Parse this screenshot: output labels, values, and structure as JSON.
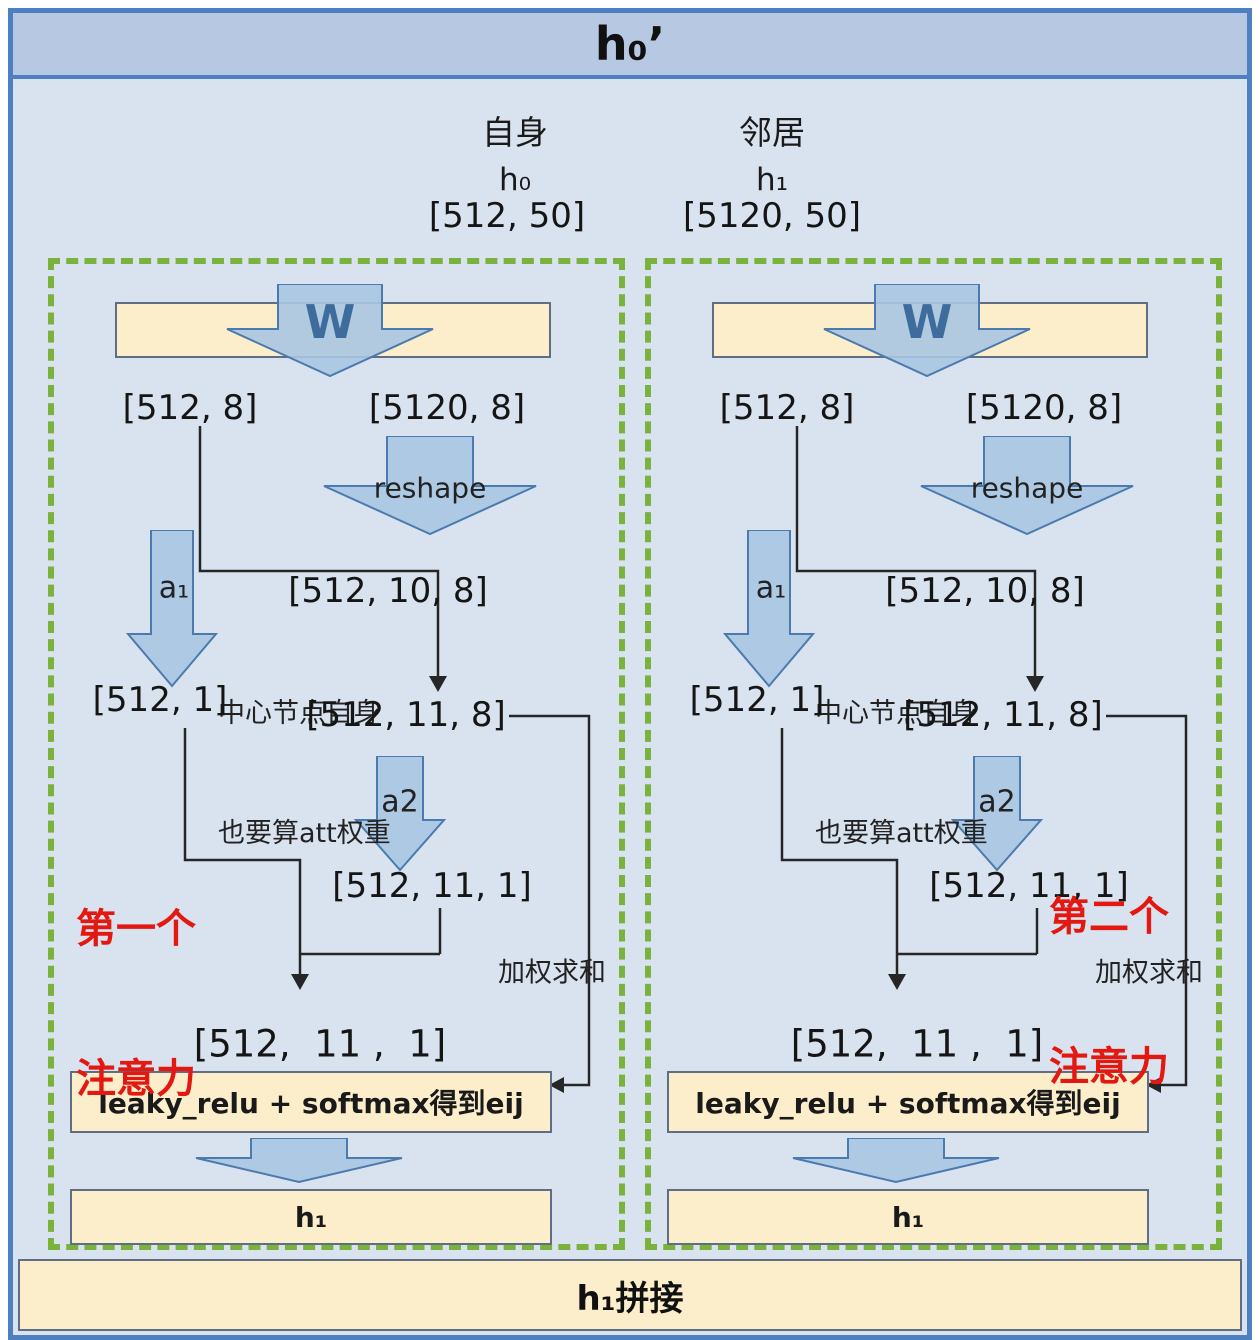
{
  "title": "h₀’",
  "columns": {
    "self": {
      "label": "自身",
      "var": "h₀",
      "shape": "[512, 50]"
    },
    "neighbor": {
      "label": "邻居",
      "var": "h₁",
      "shape": "[5120, 50]"
    }
  },
  "panels": [
    {
      "w_label": "W",
      "shape_self": "[512, 8]",
      "shape_neighbor": "[5120, 8]",
      "reshape_label": "reshape",
      "a1_label": "a₁",
      "shape_reshaped": "[512, 10, 8]",
      "note_line1": "中心节点自身",
      "note_line2": "也要算att权重",
      "shape_a1_out": "[512, 1]",
      "shape_concat": "[512, 11, 8]",
      "a2_label": "a2",
      "attention_line1": "第一个",
      "attention_line2": "注意力",
      "shape_a2_out": "[512, 11, 1]",
      "weighted_sum_label": "加权求和",
      "shape_merged": "[512,  11 ,  1]",
      "activation_label": "leaky_relu + softmax得到eij",
      "output_label": "h₁"
    },
    {
      "w_label": "W",
      "shape_self": "[512, 8]",
      "shape_neighbor": "[5120, 8]",
      "reshape_label": "reshape",
      "a1_label": "a₁",
      "shape_reshaped": "[512, 10, 8]",
      "note_line1": "中心节点自身",
      "note_line2": "也要算att权重",
      "shape_a1_out": "[512, 1]",
      "shape_concat": "[512, 11, 8]",
      "a2_label": "a2",
      "attention_line1": "第二个",
      "attention_line2": "注意力",
      "shape_a2_out": "[512, 11, 1]",
      "weighted_sum_label": "加权求和",
      "shape_merged": "[512,  11 ,  1]",
      "activation_label": "leaky_relu + softmax得到eij",
      "output_label": "h₁"
    }
  ],
  "footer": {
    "label": "h₁拼接"
  },
  "colors": {
    "frame_blue": "#4d7fc1",
    "title_bg": "#b7c9e2",
    "main_bg": "#d9e3f0",
    "panel_border_green": "#79b33e",
    "box_cream": "#fceecb",
    "arrow_fill": "#a9c5e1",
    "arrow_stroke": "#4a7aae",
    "annotation_red": "#e31810"
  }
}
